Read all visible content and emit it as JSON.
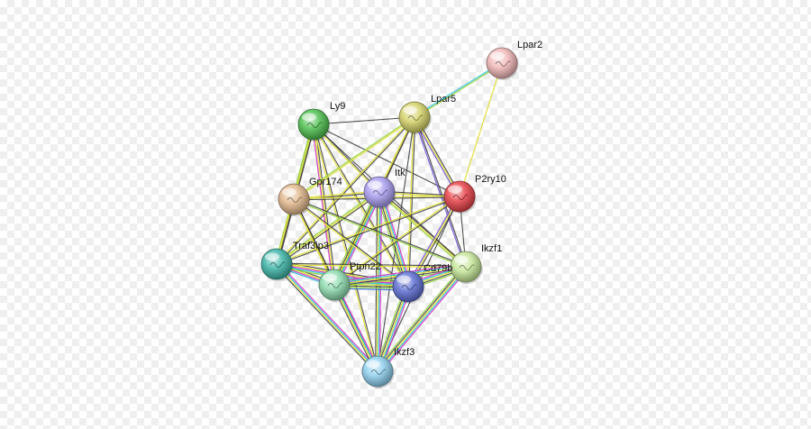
{
  "network": {
    "nodes": [
      {
        "id": "Lpar2",
        "label": "Lpar2",
        "color": "#f2b8b8"
      },
      {
        "id": "Lpar5",
        "label": "Lpar5",
        "color": "#d6d46a"
      },
      {
        "id": "Ly9",
        "label": "Ly9",
        "color": "#4fbf4f"
      },
      {
        "id": "Itk",
        "label": "Itk",
        "color": "#a99ef0"
      },
      {
        "id": "P2ry10",
        "label": "P2ry10",
        "color": "#e8434a"
      },
      {
        "id": "Gpr174",
        "label": "Gpr174",
        "color": "#e2b88d"
      },
      {
        "id": "Traf3ip3",
        "label": "Traf3ip3",
        "color": "#3fb5a8"
      },
      {
        "id": "Ptpn22",
        "label": "Ptpn22",
        "color": "#8fdcb0"
      },
      {
        "id": "Cd79b",
        "label": "Cd79b",
        "color": "#5f6fd4"
      },
      {
        "id": "Ikzf1",
        "label": "Ikzf1",
        "color": "#c6e89a"
      },
      {
        "id": "Ikzf3",
        "label": "Ikzf3",
        "color": "#8fd0ee"
      }
    ],
    "edge_colors": {
      "black": "#333333",
      "green": "#9bd54a",
      "cyan": "#3cc6d8",
      "magenta": "#d040c8",
      "yellow": "#e3e040",
      "purple": "#7a5fd8",
      "blue": "#3f74d8"
    },
    "edges": [
      {
        "a": "Lpar2",
        "b": "Lpar5",
        "types": [
          "green",
          "cyan"
        ]
      },
      {
        "a": "Lpar2",
        "b": "P2ry10",
        "types": [
          "yellow"
        ]
      },
      {
        "a": "Ly9",
        "b": "Lpar5",
        "types": [
          "black"
        ]
      },
      {
        "a": "Ly9",
        "b": "Itk",
        "types": [
          "black",
          "yellow"
        ]
      },
      {
        "a": "Ly9",
        "b": "P2ry10",
        "types": [
          "black"
        ]
      },
      {
        "a": "Ly9",
        "b": "Gpr174",
        "types": [
          "black",
          "green"
        ]
      },
      {
        "a": "Ly9",
        "b": "Traf3ip3",
        "types": [
          "black",
          "yellow",
          "green"
        ]
      },
      {
        "a": "Ly9",
        "b": "Ptpn22",
        "types": [
          "black",
          "yellow",
          "magenta"
        ]
      },
      {
        "a": "Ly9",
        "b": "Cd79b",
        "types": [
          "black",
          "yellow"
        ]
      },
      {
        "a": "Ly9",
        "b": "Ikzf1",
        "types": [
          "black"
        ]
      },
      {
        "a": "Ly9",
        "b": "Ikzf3",
        "types": [
          "black",
          "yellow"
        ]
      },
      {
        "a": "Lpar5",
        "b": "Itk",
        "types": [
          "black",
          "yellow"
        ]
      },
      {
        "a": "Lpar5",
        "b": "P2ry10",
        "types": [
          "black",
          "yellow",
          "purple"
        ]
      },
      {
        "a": "Lpar5",
        "b": "Gpr174",
        "types": [
          "yellow",
          "green"
        ]
      },
      {
        "a": "Lpar5",
        "b": "Traf3ip3",
        "types": [
          "black",
          "yellow"
        ]
      },
      {
        "a": "Lpar5",
        "b": "Ptpn22",
        "types": [
          "black",
          "yellow"
        ]
      },
      {
        "a": "Lpar5",
        "b": "Cd79b",
        "types": [
          "black",
          "yellow"
        ]
      },
      {
        "a": "Lpar5",
        "b": "Ikzf1",
        "types": [
          "black",
          "purple"
        ]
      },
      {
        "a": "Lpar5",
        "b": "Ikzf3",
        "types": [
          "black"
        ]
      },
      {
        "a": "Itk",
        "b": "P2ry10",
        "types": [
          "black",
          "yellow"
        ]
      },
      {
        "a": "Itk",
        "b": "Gpr174",
        "types": [
          "black",
          "yellow"
        ]
      },
      {
        "a": "Itk",
        "b": "Traf3ip3",
        "types": [
          "black",
          "yellow",
          "green"
        ]
      },
      {
        "a": "Itk",
        "b": "Ptpn22",
        "types": [
          "magenta",
          "cyan",
          "yellow",
          "black",
          "green"
        ]
      },
      {
        "a": "Itk",
        "b": "Cd79b",
        "types": [
          "magenta",
          "cyan",
          "yellow",
          "black",
          "green"
        ]
      },
      {
        "a": "Itk",
        "b": "Ikzf1",
        "types": [
          "black",
          "yellow",
          "green"
        ]
      },
      {
        "a": "Itk",
        "b": "Ikzf3",
        "types": [
          "magenta",
          "cyan",
          "yellow",
          "black"
        ]
      },
      {
        "a": "P2ry10",
        "b": "Gpr174",
        "types": [
          "black",
          "yellow"
        ]
      },
      {
        "a": "P2ry10",
        "b": "Traf3ip3",
        "types": [
          "black",
          "yellow"
        ]
      },
      {
        "a": "P2ry10",
        "b": "Ptpn22",
        "types": [
          "black",
          "yellow"
        ]
      },
      {
        "a": "P2ry10",
        "b": "Cd79b",
        "types": [
          "black",
          "yellow",
          "purple"
        ]
      },
      {
        "a": "P2ry10",
        "b": "Ikzf1",
        "types": [
          "black"
        ]
      },
      {
        "a": "P2ry10",
        "b": "Ikzf3",
        "types": [
          "black"
        ]
      },
      {
        "a": "Gpr174",
        "b": "Traf3ip3",
        "types": [
          "black",
          "yellow"
        ]
      },
      {
        "a": "Gpr174",
        "b": "Ptpn22",
        "types": [
          "black",
          "yellow"
        ]
      },
      {
        "a": "Gpr174",
        "b": "Cd79b",
        "types": [
          "black",
          "yellow"
        ]
      },
      {
        "a": "Gpr174",
        "b": "Ikzf1",
        "types": [
          "black",
          "green"
        ]
      },
      {
        "a": "Gpr174",
        "b": "Ikzf3",
        "types": [
          "black",
          "yellow"
        ]
      },
      {
        "a": "Traf3ip3",
        "b": "Ptpn22",
        "types": [
          "black",
          "yellow",
          "magenta",
          "cyan"
        ]
      },
      {
        "a": "Traf3ip3",
        "b": "Cd79b",
        "types": [
          "black",
          "yellow",
          "magenta",
          "cyan",
          "green"
        ]
      },
      {
        "a": "Traf3ip3",
        "b": "Ikzf1",
        "types": [
          "black",
          "yellow"
        ]
      },
      {
        "a": "Traf3ip3",
        "b": "Ikzf3",
        "types": [
          "magenta",
          "cyan",
          "yellow",
          "black"
        ]
      },
      {
        "a": "Ptpn22",
        "b": "Cd79b",
        "types": [
          "magenta",
          "cyan",
          "yellow",
          "black",
          "green",
          "blue"
        ]
      },
      {
        "a": "Ptpn22",
        "b": "Ikzf1",
        "types": [
          "magenta",
          "cyan",
          "yellow",
          "black",
          "green"
        ]
      },
      {
        "a": "Ptpn22",
        "b": "Ikzf3",
        "types": [
          "magenta",
          "cyan",
          "yellow",
          "black"
        ]
      },
      {
        "a": "Cd79b",
        "b": "Ikzf1",
        "types": [
          "magenta",
          "cyan",
          "yellow",
          "black",
          "green"
        ]
      },
      {
        "a": "Cd79b",
        "b": "Ikzf3",
        "types": [
          "magenta",
          "cyan",
          "yellow",
          "black",
          "green"
        ]
      },
      {
        "a": "Ikzf1",
        "b": "Ikzf3",
        "types": [
          "magenta",
          "cyan",
          "yellow",
          "black",
          "green"
        ]
      }
    ]
  }
}
